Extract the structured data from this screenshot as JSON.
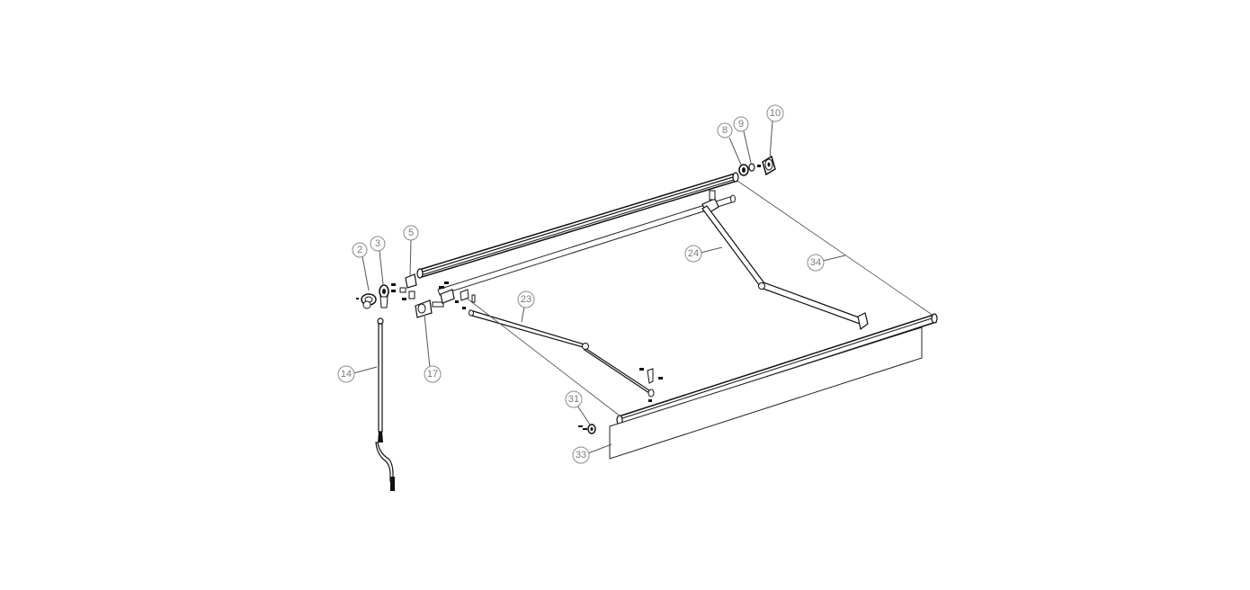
{
  "callouts": [
    {
      "id": "callout-2",
      "label": "2"
    },
    {
      "id": "callout-3",
      "label": "3"
    },
    {
      "id": "callout-5",
      "label": "5"
    },
    {
      "id": "callout-8",
      "label": "8"
    },
    {
      "id": "callout-9",
      "label": "9"
    },
    {
      "id": "callout-10",
      "label": "10"
    },
    {
      "id": "callout-14",
      "label": "14"
    },
    {
      "id": "callout-17",
      "label": "17"
    },
    {
      "id": "callout-23",
      "label": "23"
    },
    {
      "id": "callout-24",
      "label": "24"
    },
    {
      "id": "callout-31",
      "label": "31"
    },
    {
      "id": "callout-33",
      "label": "33"
    },
    {
      "id": "callout-34",
      "label": "34"
    }
  ],
  "colors": {
    "line": "#1a1a1a",
    "callout": "#8a8a8a",
    "background": "#ffffff"
  }
}
